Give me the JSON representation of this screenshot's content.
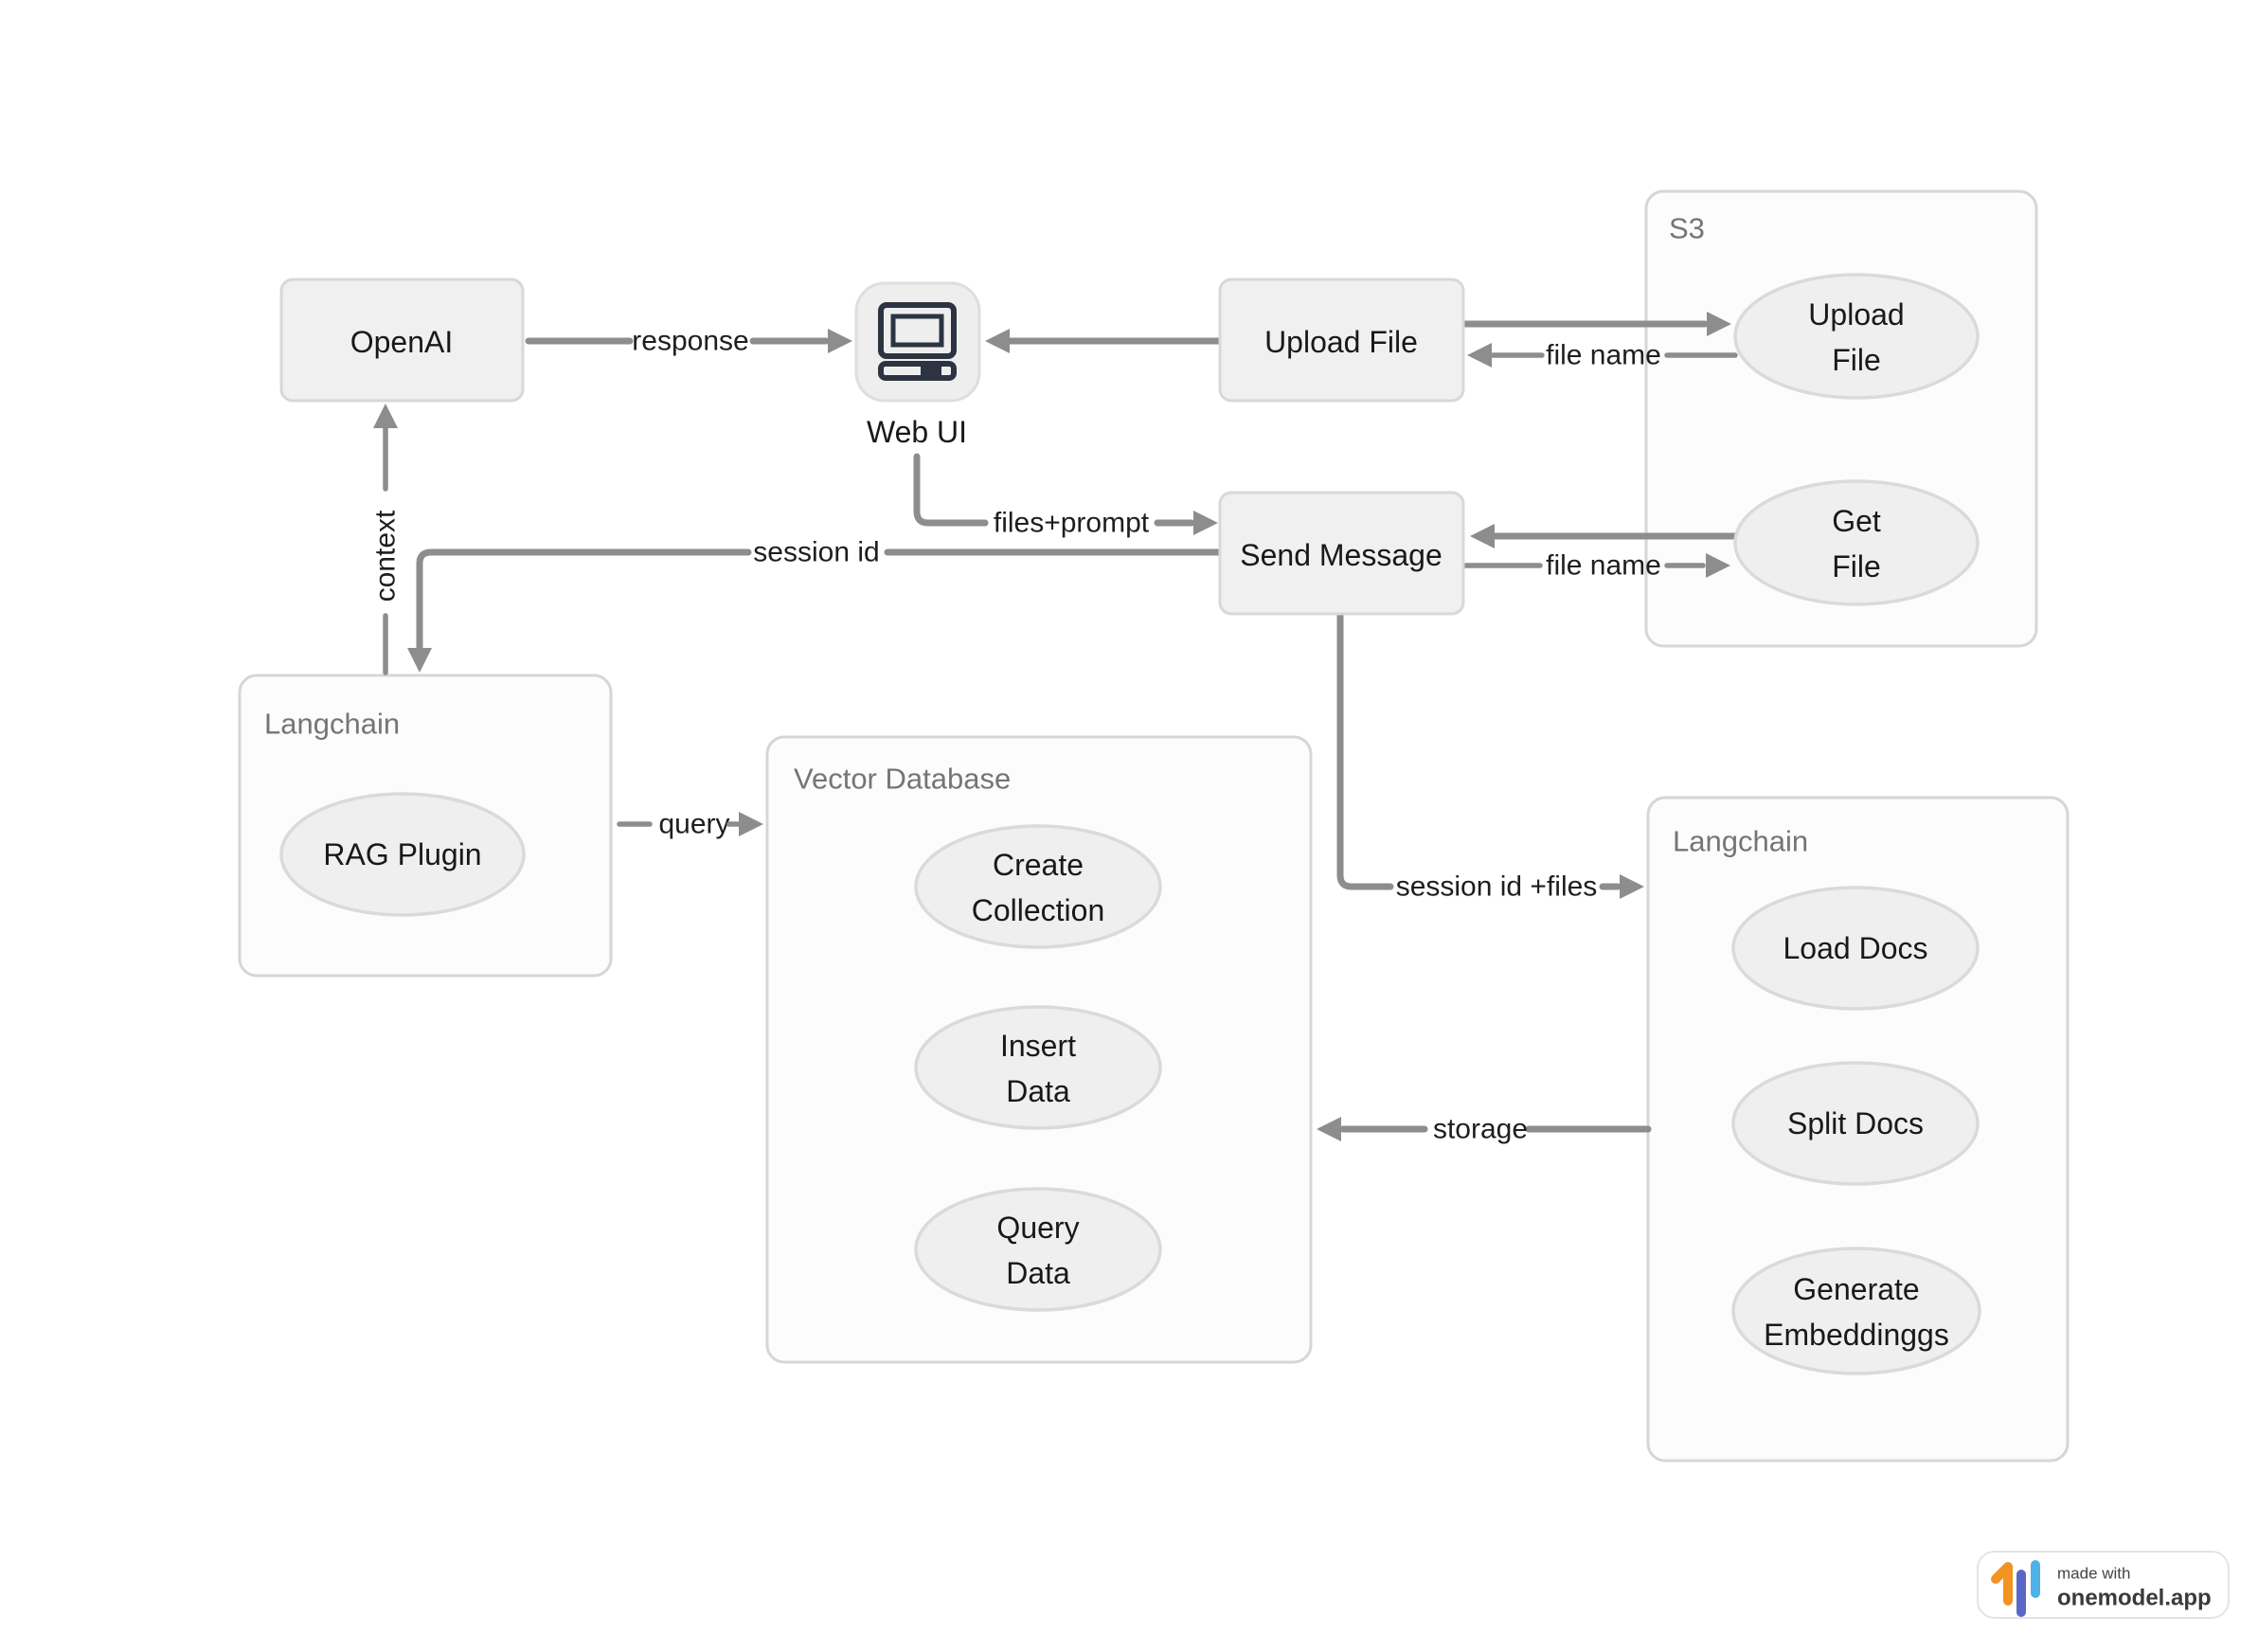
{
  "colors": {
    "arrow": "#8d8d8d",
    "node_fill": "#f0f0f0",
    "container_fill": "#fcfcfc",
    "ellipse_fill": "#efefef",
    "icon_glyph": "#2b3440",
    "badge_orange": "#f29322",
    "badge_indigo": "#5b67c6",
    "badge_blue": "#4cb2e8"
  },
  "nodes": {
    "openai": "OpenAI",
    "upload_file": "Upload File",
    "send_message": "Send Message",
    "web_ui": "Web UI"
  },
  "containers": {
    "s3": "S3",
    "langchain_left": "Langchain",
    "vector_database": "Vector Database",
    "langchain_right": "Langchain"
  },
  "operations": {
    "s3_upload": [
      "Upload",
      "File"
    ],
    "s3_get": [
      "Get",
      "File"
    ],
    "rag_plugin": [
      "RAG Plugin"
    ],
    "create_collection": [
      "Create",
      "Collection"
    ],
    "insert_data": [
      "Insert",
      "Data"
    ],
    "query_data": [
      "Query",
      "Data"
    ],
    "load_docs": [
      "Load Docs"
    ],
    "split_docs": [
      "Split Docs"
    ],
    "generate_embeddings": [
      "Generate",
      "Embeddinggs"
    ]
  },
  "edges": {
    "response": "response",
    "upload_return": "file name",
    "files_prompt": "files+prompt",
    "session_id": "session id",
    "context": "context",
    "get_return": "file name",
    "query": "query",
    "session_id_files": "session id +files",
    "storage": "storage"
  },
  "badge": {
    "made_with": "made with",
    "brand": "onemodel.app"
  }
}
